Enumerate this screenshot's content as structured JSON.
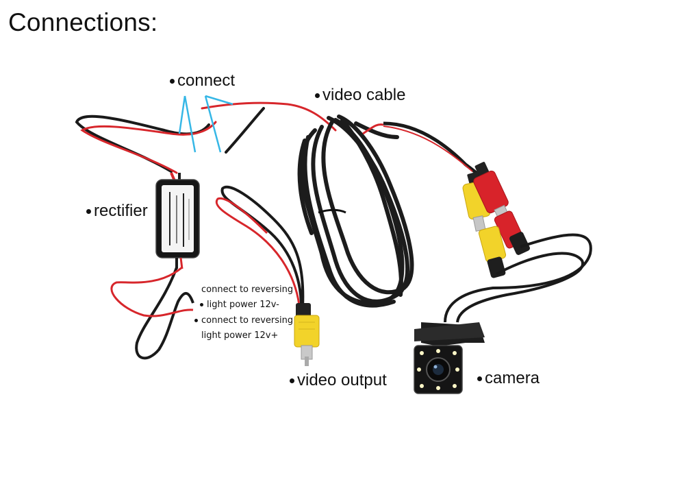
{
  "title": "Connections:",
  "labels": {
    "connect": "connect",
    "video_cable": "video cable",
    "rectifier": "rectifier",
    "video_output": "video output",
    "camera": "camera"
  },
  "notes": {
    "negative": "connect to reversing",
    "negative_2": "light power 12v-",
    "positive": "connect to reversing",
    "positive_2": "light power 12v+"
  },
  "colors": {
    "wire_red": "#d7262b",
    "wire_black": "#1a1a1a",
    "rca_yellow": "#f2d32a",
    "rca_red": "#d8232a",
    "pointer_blue": "#36b7e6",
    "led": "#fff8c8"
  }
}
